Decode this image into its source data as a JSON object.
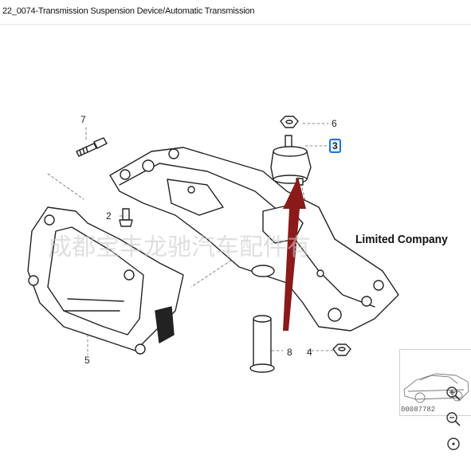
{
  "header": {
    "title": "22_0074-Transmission Suspension Device/Automatic Transmission"
  },
  "diagram": {
    "callouts": [
      "7",
      "2",
      "5",
      "6",
      "3",
      "8",
      "4"
    ],
    "highlighted_callout": "3",
    "overlay_text": "Limited Company",
    "arrow_color": "#8b1a1a",
    "highlight_color": "#1a73e8"
  },
  "thumbnail": {
    "code": "00087782"
  },
  "controls": {
    "zoom_in_icon": "zoom-in-icon",
    "zoom_out_icon": "zoom-out-icon",
    "reset_icon": "reset-zoom-icon"
  }
}
